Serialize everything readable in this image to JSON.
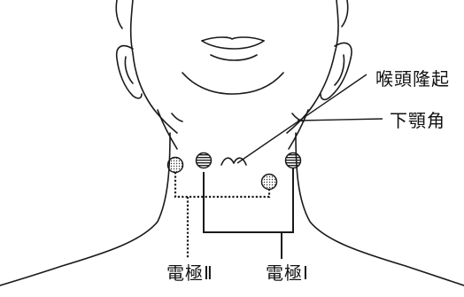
{
  "labels": {
    "laryngeal_prominence": "喉頭隆起",
    "mandibular_angle": "下顎角",
    "electrode_2": "電極Ⅱ",
    "electrode_1": "電極Ⅰ"
  },
  "colors": {
    "line": "#1a1a1a",
    "electrode_fill": "#ffffff",
    "background": "#ffffff"
  },
  "electrodes": [
    {
      "id": "mandibular-left",
      "pattern": "dotted",
      "pair": "electrode_2"
    },
    {
      "id": "inner-left",
      "pattern": "striped",
      "pair": "electrode_1"
    },
    {
      "id": "inner-right",
      "pattern": "dotted",
      "pair": "electrode_2"
    },
    {
      "id": "mandibular-right",
      "pattern": "striped",
      "pair": "electrode_1"
    }
  ]
}
